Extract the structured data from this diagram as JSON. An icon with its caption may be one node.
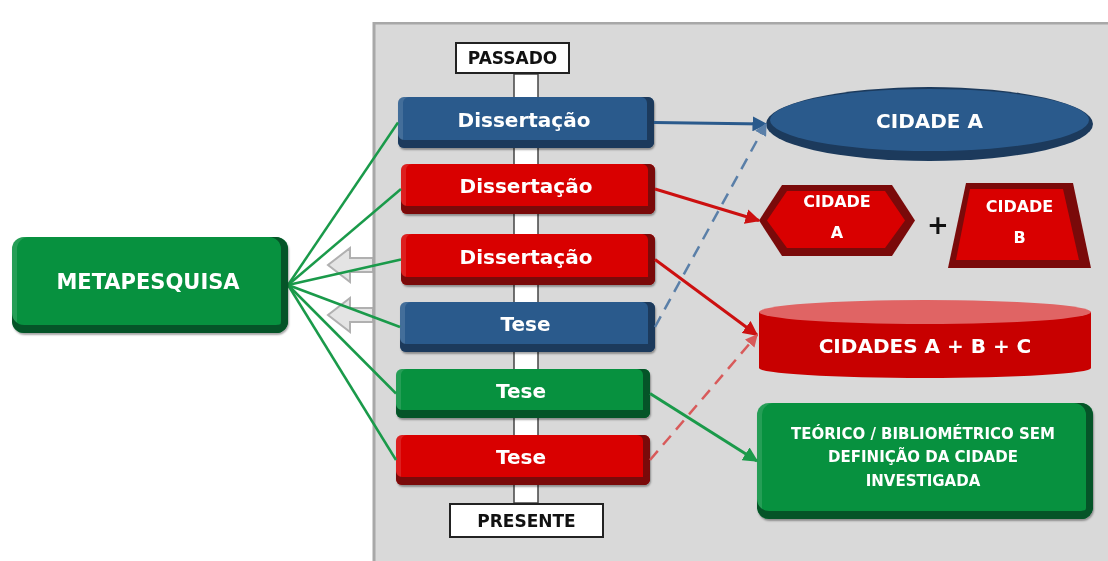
{
  "diagram": {
    "nodes": [
      {
        "text": [
          "METAPESQUISA"
        ]
      },
      {
        "text": [],
        "shape": "box"
      },
      {
        "text": [
          "PASSADO"
        ],
        "in": 1
      },
      {
        "text": [
          "Dissertação"
        ],
        "in": 1
      },
      {
        "text": [
          "Dissertação"
        ],
        "in": 1
      },
      {
        "text": [
          "Dissertação"
        ],
        "in": 1
      },
      {
        "text": [
          "Tese"
        ],
        "in": 1
      },
      {
        "text": [
          "Tese"
        ],
        "in": 1
      },
      {
        "text": [
          "Tese"
        ],
        "in": 1
      },
      {
        "text": [
          "PRESENTE"
        ],
        "in": 1
      },
      {
        "text": [
          "CIDADE A"
        ],
        "in": 1
      },
      {
        "text": [
          "CIDADE A"
        ],
        "in": 1
      },
      {
        "text": [
          "CIDADE B"
        ],
        "in": 1
      },
      {
        "text": [
          "CIDADES A + B + C"
        ],
        "in": 1
      },
      {
        "text": [
          "TEÓRICO / BIBLIOMÉTRICO SEM DEFINIÇÃO DA CIDADE INVESTIGADA"
        ],
        "in": 1
      }
    ],
    "edges": [
      {
        "from": 0,
        "to": 3,
        "arrow": "none"
      },
      {
        "from": 0,
        "to": 4,
        "arrow": "none"
      },
      {
        "from": 0,
        "to": 5,
        "arrow": "none"
      },
      {
        "from": 0,
        "to": 6,
        "arrow": "none"
      },
      {
        "from": 0,
        "to": 7,
        "arrow": "none"
      },
      {
        "from": 0,
        "to": 8,
        "arrow": "none"
      },
      {
        "from": 3,
        "to": 10,
        "arrow": "to",
        "color": "#2a5a8c"
      },
      {
        "from": 6,
        "to": 10,
        "arrow": "to",
        "style": "dashed",
        "color": "#5a7fa8"
      },
      {
        "from": 4,
        "to": 11,
        "arrow": "to",
        "color": "#cc1010"
      },
      {
        "from": 5,
        "to": 13,
        "arrow": "to",
        "color": "#cc1010"
      },
      {
        "from": 8,
        "to": 13,
        "arrow": "to",
        "style": "dashed",
        "color": "#d85a5a"
      },
      {
        "from": 7,
        "to": 14,
        "arrow": "to"
      }
    ],
    "labels": [
      "+"
    ]
  }
}
